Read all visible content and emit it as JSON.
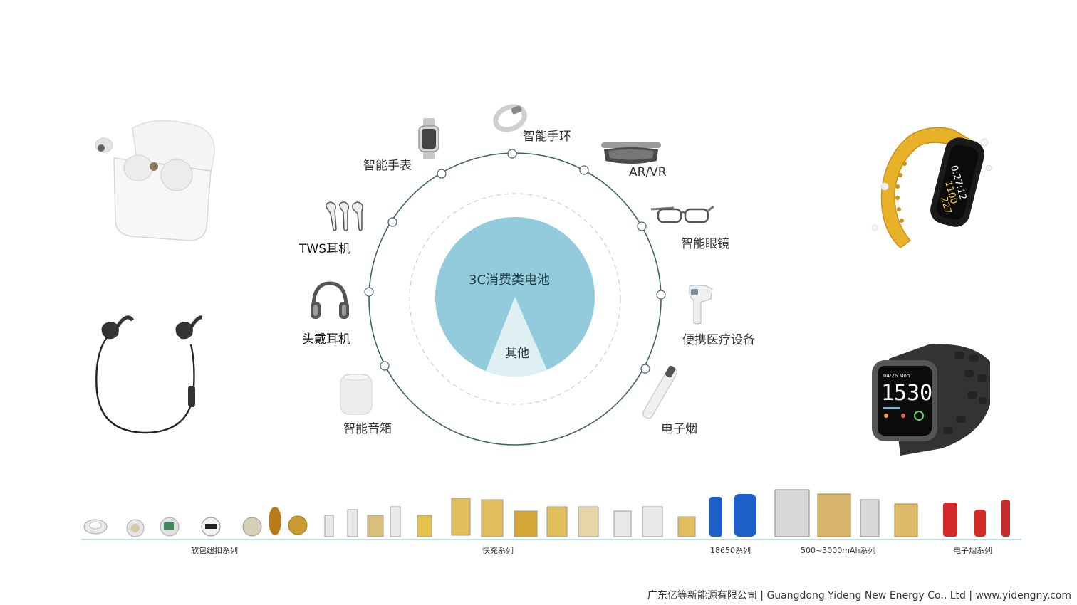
{
  "center": {
    "main_label": "3C消费类电池",
    "other_label": "其他",
    "accent_color": "#94cbdc",
    "other_color": "#dff0f5",
    "ring_color": "#3e6467"
  },
  "products": [
    {
      "id": "smart-watch",
      "label": "智能手表"
    },
    {
      "id": "smart-band",
      "label": "智能手环"
    },
    {
      "id": "ar-vr",
      "label": "AR/VR"
    },
    {
      "id": "smart-glasses",
      "label": "智能眼镜"
    },
    {
      "id": "medical",
      "label": "便携医疗设备"
    },
    {
      "id": "e-cig",
      "label": "电子烟"
    },
    {
      "id": "speaker",
      "label": "智能音箱"
    },
    {
      "id": "headphones",
      "label": "头戴耳机"
    },
    {
      "id": "tws",
      "label": "TWS耳机"
    }
  ],
  "series": [
    {
      "label": "软包纽扣系列"
    },
    {
      "label": "快充系列"
    },
    {
      "label": "18650系列"
    },
    {
      "label": "500~3000mAh系列"
    },
    {
      "label": "电子烟系列"
    }
  ],
  "watch_display": {
    "date": "04/26 Mon",
    "time": "1530"
  },
  "band_display": {
    "l1": "0:27:12",
    "l2": "1100",
    "l3": "227"
  },
  "footer": "广东亿等新能源有限公司 | Guangdong Yideng New Energy Co., Ltd | www.yidengny.com"
}
